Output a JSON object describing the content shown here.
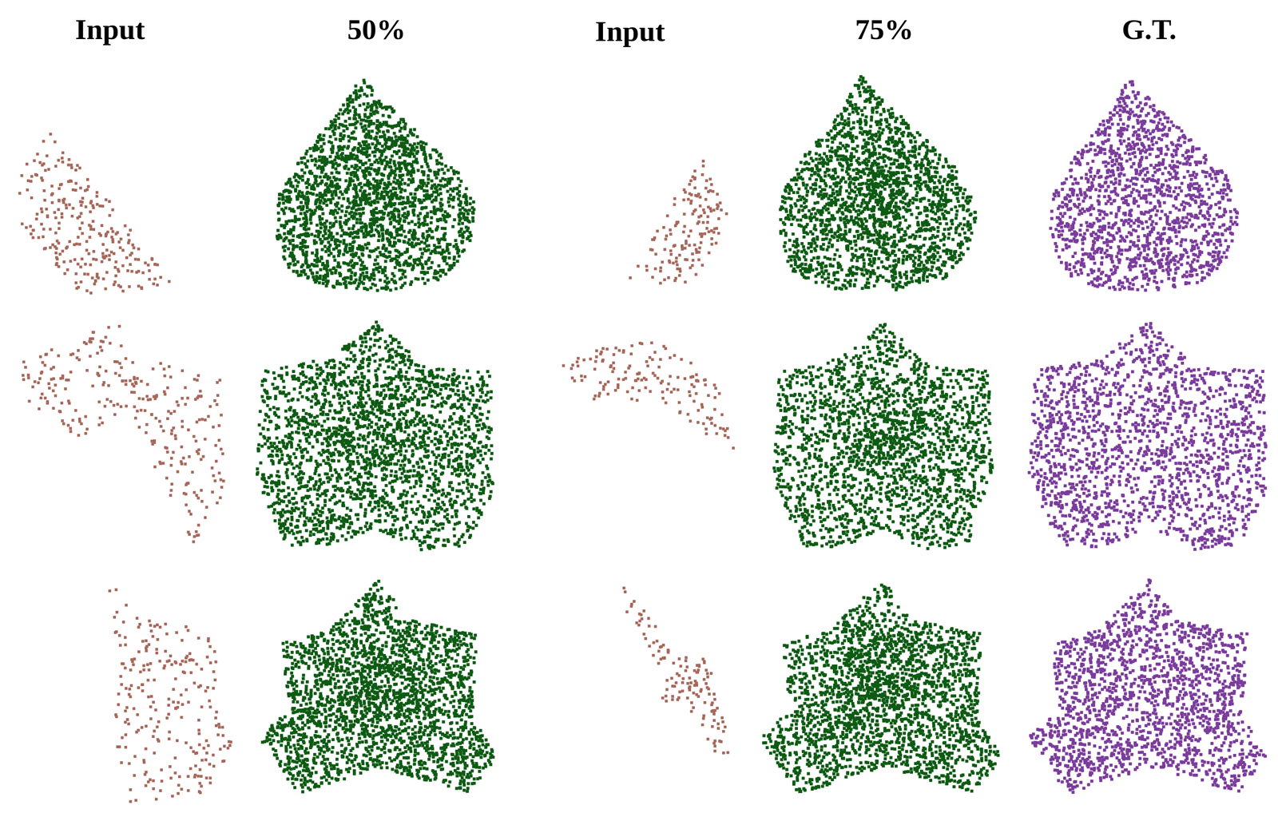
{
  "diagram": {
    "labels": [
      "Input",
      "50%",
      "Input",
      "75%",
      "G.T."
    ]
  }
}
